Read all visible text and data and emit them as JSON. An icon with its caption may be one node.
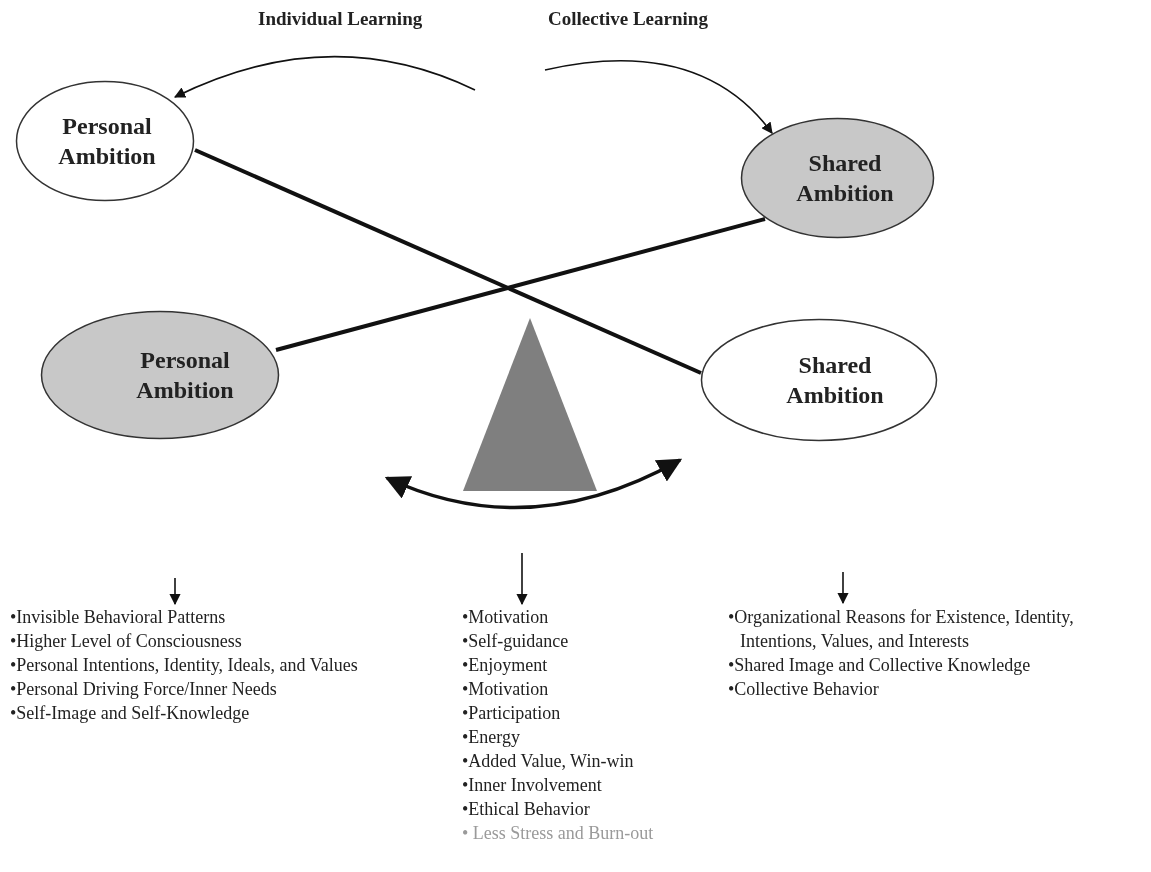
{
  "diagram": {
    "nodes": [
      {
        "text": [
          "Personal Ambition"
        ]
      },
      {
        "text": [
          "Shared Ambition"
        ]
      },
      {
        "text": [
          "Personal Ambition"
        ]
      },
      {
        "text": [
          "Shared Ambition"
        ]
      },
      {
        "text": [],
        "shape": "triangle"
      },
      {
        "text": [
          "•Invisible Behavioral Patterns",
          "•Higher Level of Consciousness",
          "•Personal Intentions, Identity, Ideals, and Values",
          "•Personal Driving Force/Inner Needs",
          "•Self-Image and Self-Knowledge"
        ]
      },
      {
        "text": [
          "•Motivation",
          "•Self-guidance",
          "•Enjoyment",
          "•Motivation",
          "•Participation",
          "•Energy",
          "•Added Value, Win-win",
          "•Inner Involvement",
          "•Ethical Behavior",
          "• Less Stress and Burn-out"
        ]
      },
      {
        "text": [
          "•Organizational Reasons for Existence, Identity, Intentions, Values, and Interests",
          "•Shared Image and Collective Knowledge",
          "•Collective Behavior"
        ]
      }
    ],
    "edges": [
      {
        "from": 0,
        "to": 3,
        "arrow": "none",
        "style": "thick"
      },
      {
        "from": 2,
        "to": 1,
        "arrow": "none",
        "style": "thick"
      },
      {
        "from": null,
        "to": 0,
        "arrow": "to",
        "label": "Individual Learning"
      },
      {
        "from": null,
        "to": 1,
        "arrow": "to",
        "label": "Collective Learning"
      },
      {
        "from": null,
        "to": 5,
        "arrow": "to"
      },
      {
        "from": null,
        "to": 6,
        "arrow": "to"
      },
      {
        "from": null,
        "to": 7,
        "arrow": "to"
      }
    ]
  }
}
